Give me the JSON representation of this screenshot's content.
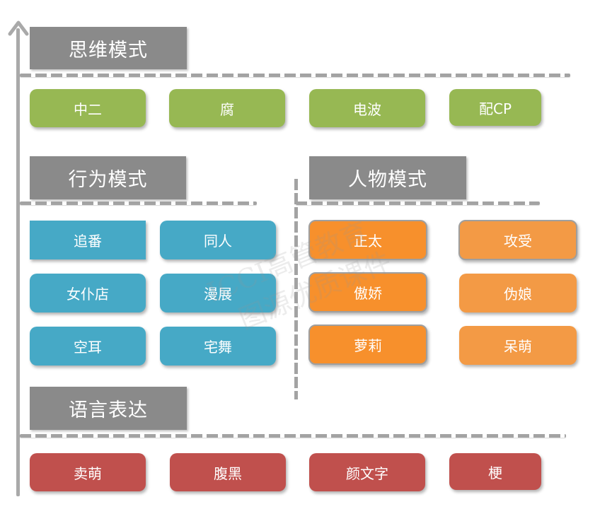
{
  "sections": {
    "thinking": {
      "title": "思维模式",
      "items": [
        "中二",
        "腐",
        "电波",
        "配CP"
      ],
      "color": "#97b853"
    },
    "behavior": {
      "title": "行为模式",
      "items": [
        "追番",
        "同人",
        "女仆店",
        "漫展",
        "空耳",
        "宅舞"
      ],
      "color": "#46a9c6"
    },
    "character": {
      "title": "人物模式",
      "items": [
        "正太",
        "攻受",
        "傲娇",
        "伪娘",
        "萝莉",
        "呆萌"
      ],
      "color": "#f7902c"
    },
    "language": {
      "title": "语言表达",
      "items": [
        "卖萌",
        "腹黑",
        "颜文字",
        "梗"
      ],
      "color": "#c0504d"
    }
  },
  "header_color": "#8a8a8a",
  "watermark": {
    "line1": "ICCI高管教育",
    "line2": "图源优质课件"
  }
}
